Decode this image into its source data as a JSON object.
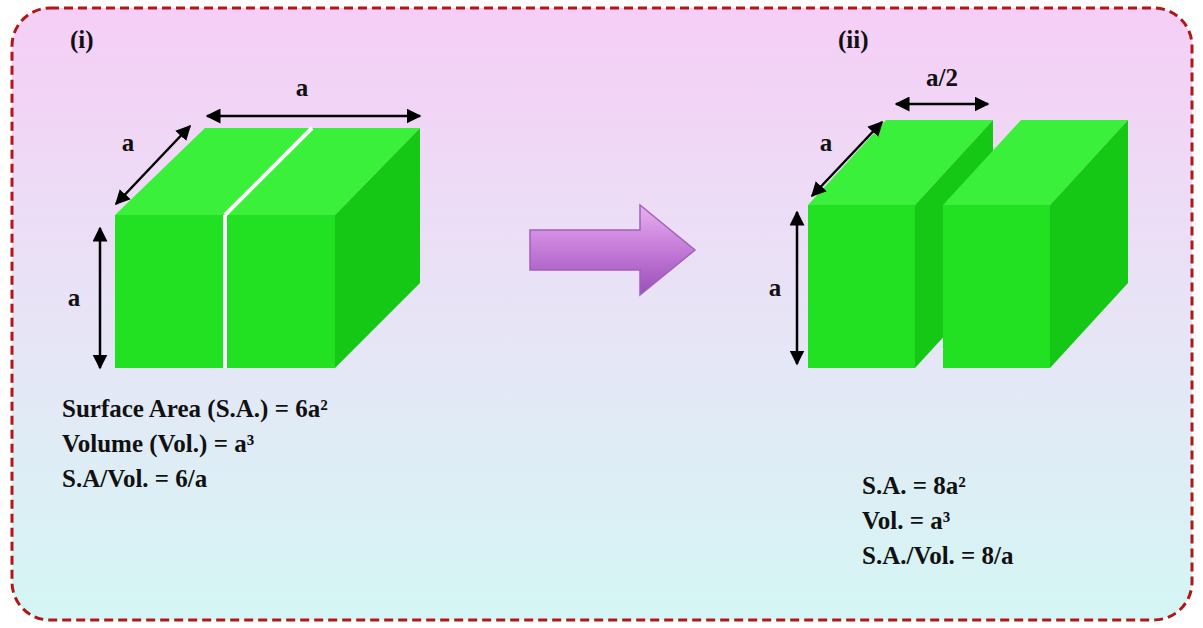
{
  "diagram": {
    "labels": [
      "(i)",
      "a",
      "a",
      "a",
      "Surface Area (S.A.) = 6a²",
      "Volume (Vol.) = a³",
      "S.A/Vol. = 6/a",
      "(ii)",
      "a/2",
      "a",
      "a",
      "S.A. = 8a²",
      "Vol. = a³",
      "S.A./Vol. = 8/a"
    ]
  }
}
